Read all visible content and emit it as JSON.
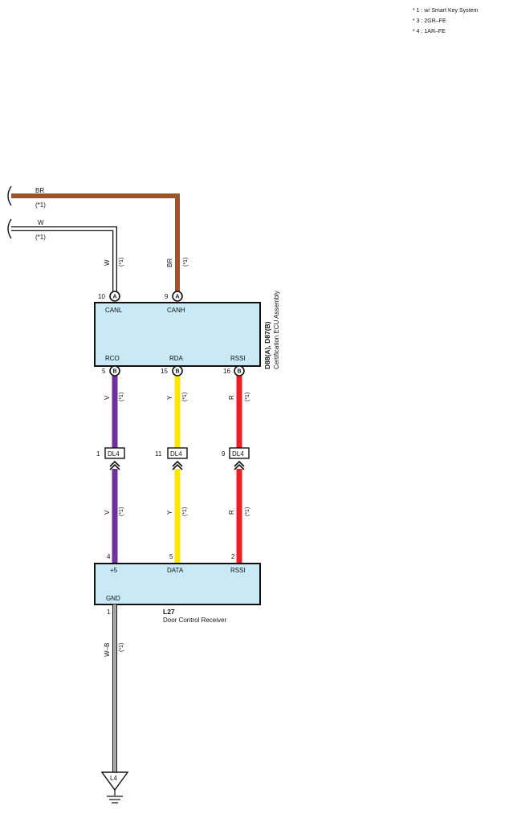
{
  "notes": [
    "* 1 : w/ Smart Key System",
    "* 3 : 2GR–FE",
    "* 4 : 1AR–FE"
  ],
  "incoming_wires": {
    "br": {
      "color": "BR",
      "note": "(*1)"
    },
    "w": {
      "color": "W",
      "note": "(*1)"
    }
  },
  "colors": {
    "BR": "#a0522d",
    "W": "#ffffff",
    "V": "#7030a0",
    "Y": "#ffe600",
    "R": "#ee1c25",
    "W-B": "#ffffff",
    "box_fill": "#c9e9f7"
  },
  "ecu": {
    "id": "D88(A), D87(B)",
    "name": "Certification ECU Assembly",
    "top_pins": [
      {
        "num": "10",
        "conn": "A",
        "label": "CANL",
        "wire": "W",
        "note": "(*1)"
      },
      {
        "num": "9",
        "conn": "A",
        "label": "CANH",
        "wire": "BR",
        "note": "(*1)"
      }
    ],
    "bottom_pins": [
      {
        "num": "5",
        "conn": "B",
        "label": "RCO",
        "wire": "V",
        "note": "(*1)"
      },
      {
        "num": "15",
        "conn": "B",
        "label": "RDA",
        "wire": "Y",
        "note": "(*1)"
      },
      {
        "num": "16",
        "conn": "B",
        "label": "RSSI",
        "wire": "R",
        "note": "(*1)"
      }
    ]
  },
  "junction": {
    "connector": "DL4",
    "pins": [
      "1",
      "11",
      "9"
    ],
    "lower_wires": [
      {
        "wire": "V",
        "note": "(*1)"
      },
      {
        "wire": "Y",
        "note": "(*1)"
      },
      {
        "wire": "R",
        "note": "(*1)"
      }
    ]
  },
  "receiver": {
    "id": "L27",
    "name": "Door Control Receiver",
    "top_pins": [
      {
        "num": "4",
        "label": "+5"
      },
      {
        "num": "5",
        "label": "DATA"
      },
      {
        "num": "2",
        "label": "RSSI"
      }
    ],
    "gnd_label": "GND",
    "gnd_pin": "1",
    "gnd_wire": "W–B",
    "gnd_note": "(*1)"
  },
  "ground": {
    "label": "L4"
  }
}
